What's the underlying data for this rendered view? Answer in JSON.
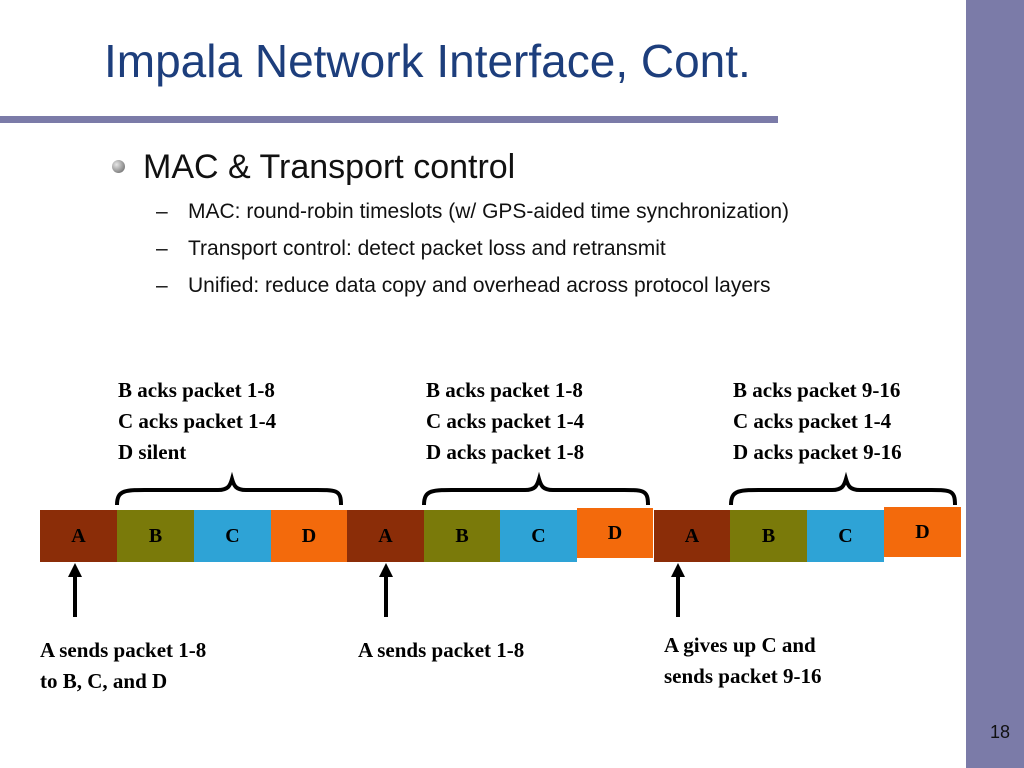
{
  "title": "Impala Network Interface, Cont.",
  "bullets": {
    "main": "MAC & Transport control",
    "subs": [
      "MAC: round-robin timeslots (w/ GPS-aided time synchronization)",
      "Transport control: detect packet loss and retransmit",
      "Unified: reduce data copy and overhead across protocol layers"
    ],
    "dash": "–"
  },
  "acks": [
    [
      "B acks packet 1-8",
      "C acks packet 1-4",
      "D silent"
    ],
    [
      "B acks packet 1-8",
      "C acks packet 1-4",
      "D acks packet 1-8"
    ],
    [
      "B acks packet 9-16",
      "C acks packet 1-4",
      "D acks packet 9-16"
    ]
  ],
  "slots": [
    "A",
    "B",
    "C",
    "D",
    "A",
    "B",
    "C",
    "D",
    "A",
    "B",
    "C",
    "D"
  ],
  "slot_colors": {
    "A": "#8b2d08",
    "B": "#7a7a0a",
    "C": "#2ea3d6",
    "D": "#f36a0c"
  },
  "notes": [
    [
      "A sends packet 1-8",
      "to B, C, and D"
    ],
    [
      "A sends packet 1-8"
    ],
    [
      "A gives up C and",
      "sends packet 9-16"
    ]
  ],
  "page_number": "18",
  "colors": {
    "title": "#1d3e7c",
    "accent_bar": "#7b7ba8"
  }
}
